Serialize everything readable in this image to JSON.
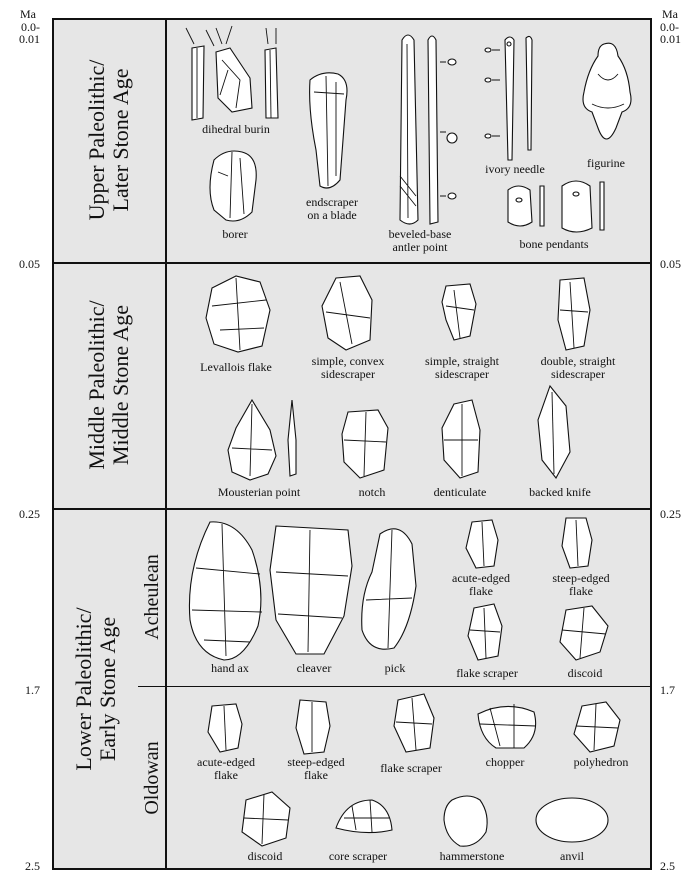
{
  "unit_label_left": "Ma",
  "unit_label_right": "Ma",
  "ticks_left": [
    "0.0-\n0.01",
    "0.05",
    "0.25",
    "1.7",
    "2.5"
  ],
  "ticks_right": [
    "0.0-\n0.01",
    "0.05",
    "0.25",
    "1.7",
    "2.5"
  ],
  "periods": {
    "upper": "Upper Paleolithic/\nLater Stone Age",
    "middle": "Middle Paleolithic/\nMiddle Stone Age",
    "lower": "Lower Paleolithic/\nEarly Stone Age"
  },
  "industries": {
    "acheulean": "Acheulean",
    "oldowan": "Oldowan"
  },
  "upper_tools": [
    "dihedral burin",
    "borer",
    "endscraper\non a blade",
    "beveled-base\nantler point",
    "ivory needle",
    "figurine",
    "bone pendants"
  ],
  "middle_tools": [
    "Levallois flake",
    "simple, convex\nsidescraper",
    "simple, straight\nsidescraper",
    "double, straight\nsidescraper",
    "Mousterian point",
    "notch",
    "denticulate",
    "backed knife"
  ],
  "acheulean_tools": [
    "hand ax",
    "cleaver",
    "pick",
    "acute-edged\nflake",
    "steep-edged\nflake",
    "flake scraper",
    "discoid"
  ],
  "oldowan_tools": [
    "acute-edged\nflake",
    "steep-edged\nflake",
    "flake scraper",
    "chopper",
    "polyhedron",
    "discoid",
    "core scraper",
    "hammerstone",
    "anvil"
  ],
  "colors": {
    "panel_bg": "#e6e6e6",
    "border": "#111111"
  }
}
